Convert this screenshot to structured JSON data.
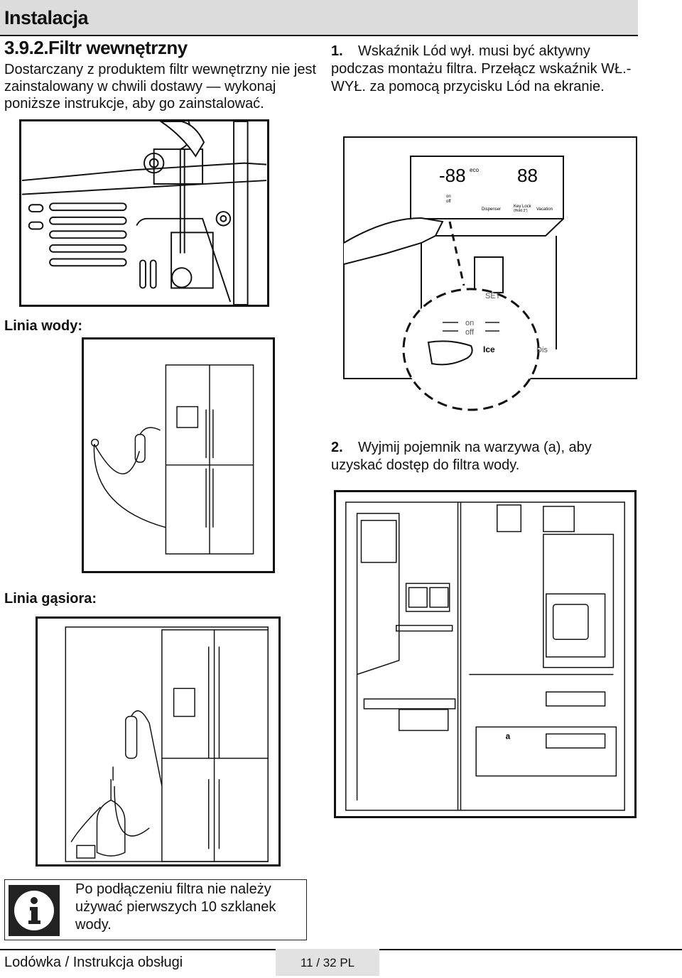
{
  "header": {
    "title": "Instalacja"
  },
  "section": {
    "title": "3.9.2.Filtr wewnętrzny",
    "intro": "Dostarczany z produktem filtr wewnętrzny nie jest zainstalowany w chwili dostawy — wykonaj poniższe instrukcje, aby go zainstalować."
  },
  "steps": [
    {
      "num": "1.",
      "text": "Wskaźnik Lód wył. musi być aktywny podczas montażu filtra. Przełącz wskaźnik WŁ.-WYŁ. za pomocą przycisku Lód na ekranie."
    },
    {
      "num": "2.",
      "text": "Wyjmij pojemnik na warzywa (a), aby uzyskać dostęp do filtra wody."
    }
  ],
  "labels": {
    "water_line": "Linia wody:",
    "bottle_line": "Linia gąsiora:"
  },
  "panel": {
    "on": "on",
    "off": "off",
    "set": "SET",
    "ice": "Ice",
    "dis": "Dis",
    "dispenser": "Dispenser",
    "key_lock": "Key Lock",
    "vacation": "Vacation",
    "hold": "(Hold 3\")",
    "eco": "eco",
    "digits_left": "-88",
    "digits_right": "88"
  },
  "fridge_label": "a",
  "info": {
    "icon": "info-icon",
    "text": "Po podłączeniu filtra nie należy używać pierwszych 10 szklanek wody."
  },
  "footer": {
    "left": "Lodówka / Instrukcja obsługi",
    "page": "11 / 32  PL"
  }
}
